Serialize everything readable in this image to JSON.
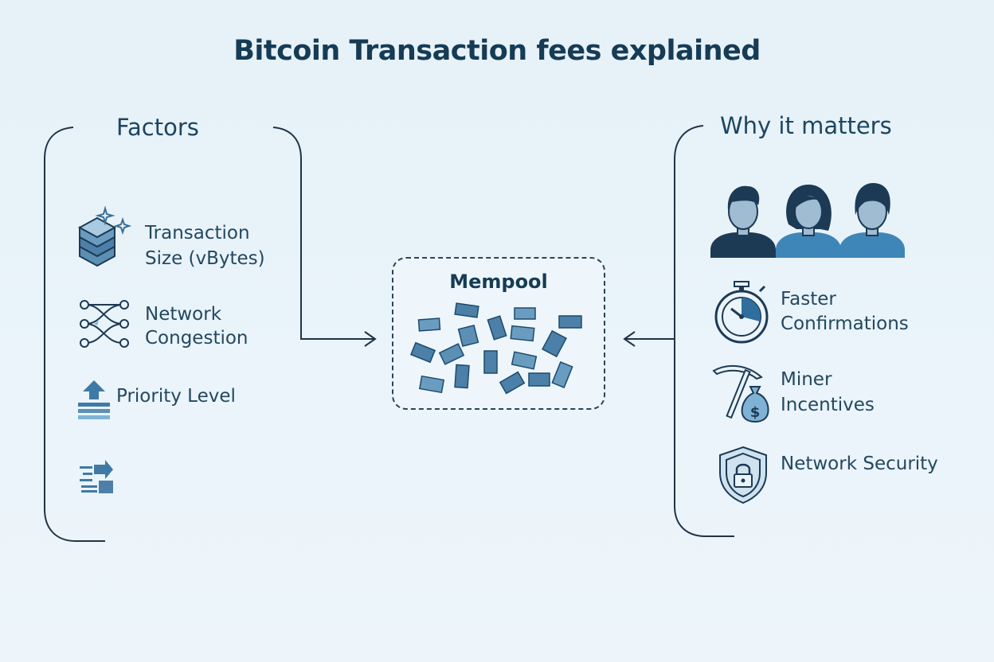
{
  "title": "Bitcoin Transaction fees explained",
  "factors": {
    "heading": "Factors",
    "items": [
      {
        "line1": "Transaction",
        "line2": "Size (vBytes)",
        "icon": "stack-icon"
      },
      {
        "line1": "Network",
        "line2": "Congestion",
        "icon": "network-icon"
      },
      {
        "line1": "Priority Level",
        "icon": "priority-arrow-icon"
      },
      {
        "icon": "fast-transfer-icon"
      }
    ]
  },
  "mempool": {
    "label": "Mempool"
  },
  "why": {
    "heading": "Why it matters",
    "items": [
      {
        "line1": "Faster",
        "line2": "Confirmations",
        "icon": "stopwatch-icon"
      },
      {
        "line1": "Miner",
        "line2": "Incentives",
        "icon": "pickaxe-moneybag-icon"
      },
      {
        "line1": "Network Security",
        "icon": "shield-lock-icon"
      }
    ]
  },
  "colors": {
    "background": "#e8f3f9",
    "title": "#163b55",
    "dark_navy": "#1d3a55",
    "mid_blue": "#4a88b4",
    "light_blue": "#7fb3d5",
    "line": "#1f3447"
  }
}
